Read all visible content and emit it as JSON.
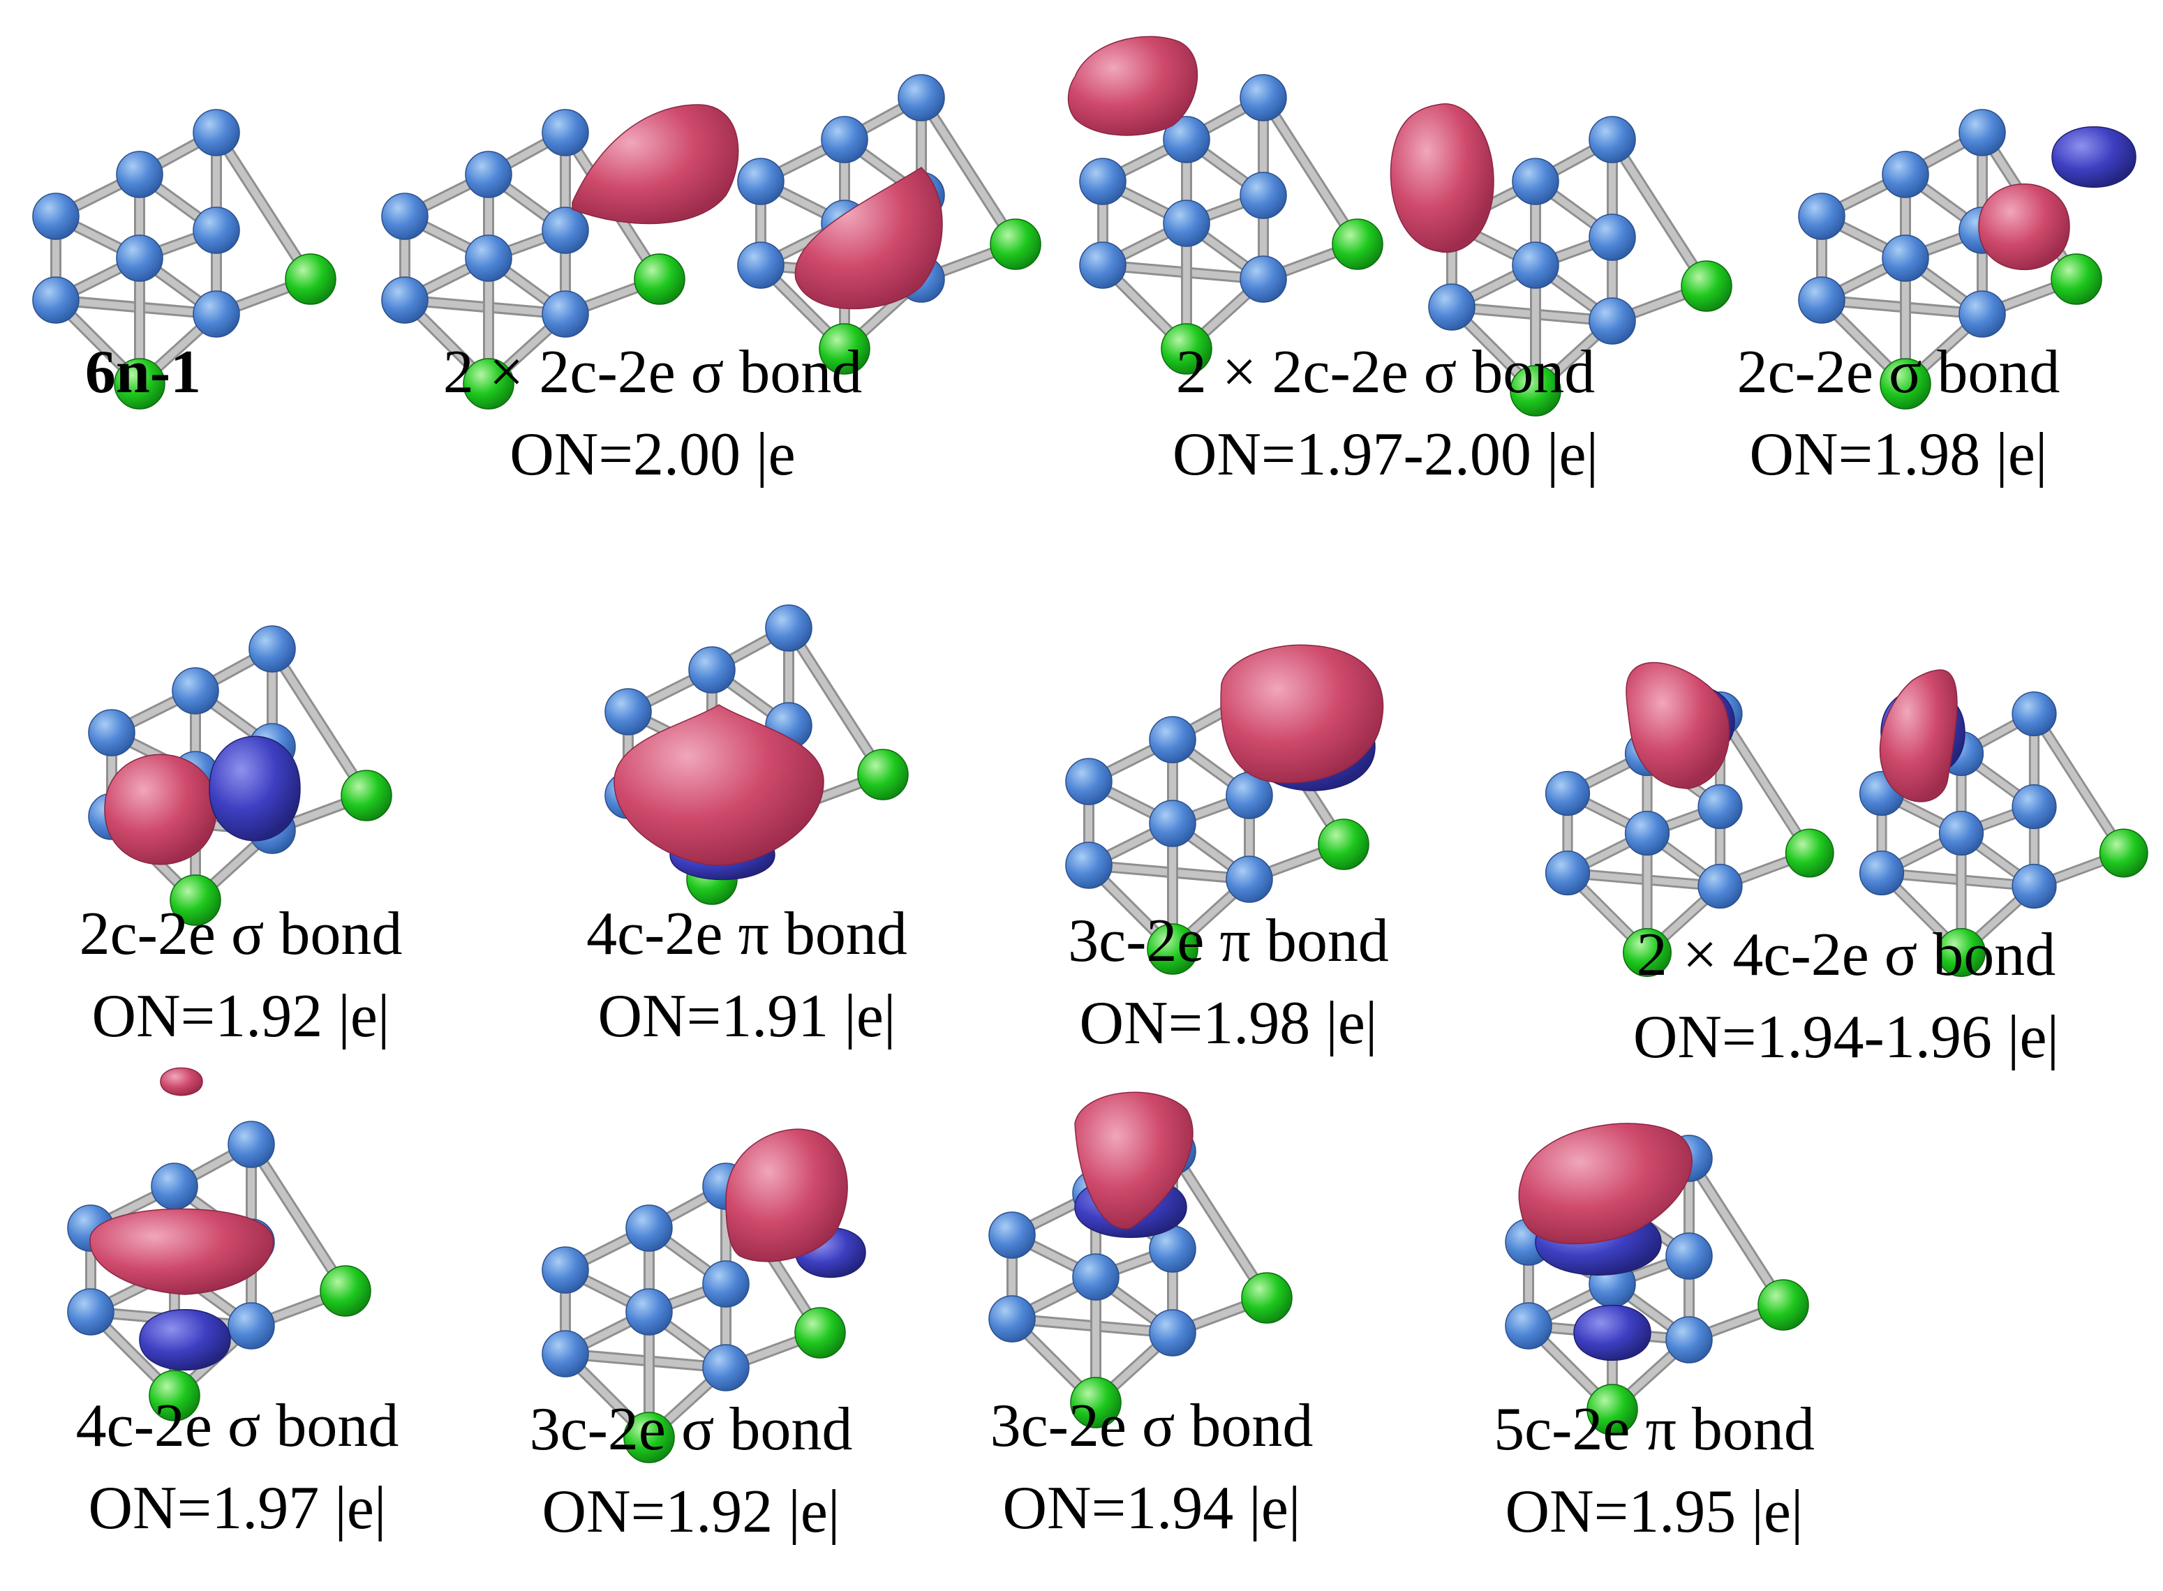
{
  "colors": {
    "boron_atom": "#4f86d6",
    "boron_highlight": "#a9cdf5",
    "halogen_atom": "#1ec81e",
    "halogen_highlight": "#b5f5a5",
    "bond_stick": "#c4c4c4",
    "orbital_positive": "#cf4a6c",
    "orbital_negative": "#3d3fc2",
    "text": "#000000"
  },
  "panels": [
    {
      "id": "p1",
      "caption": [
        "6n-1"
      ],
      "bold": true,
      "orbitals": []
    },
    {
      "id": "p2",
      "caption": [
        "2 × 2c-2e σ bond",
        "ON=2.00 |e"
      ],
      "orbitals": [
        "pink-teardrop-right"
      ]
    },
    {
      "id": "p3",
      "caption": [],
      "orbitals": [
        "pink-teardrop-bottom"
      ]
    },
    {
      "id": "p4",
      "caption": [
        "2 × 2c-2e σ bond",
        "ON=1.97-2.00 |e|"
      ],
      "orbitals": [
        "pink-lobe-top-left"
      ]
    },
    {
      "id": "p5",
      "caption": [],
      "orbitals": [
        "pink-lobe-left"
      ]
    },
    {
      "id": "p6",
      "caption": [
        "2c-2e σ bond",
        "ON=1.98 |e|"
      ],
      "orbitals": [
        "pink-lobe",
        "blue-lobe"
      ]
    },
    {
      "id": "p7",
      "caption": [
        "2c-2e σ bond",
        "ON=1.92 |e|"
      ],
      "orbitals": [
        "pink-lobe",
        "blue-lobe"
      ]
    },
    {
      "id": "p8",
      "caption": [
        "4c-2e π bond",
        "ON=1.91 |e|"
      ],
      "orbitals": [
        "pink-lobe",
        "blue-lobe"
      ]
    },
    {
      "id": "p9",
      "caption": [
        "3c-2e π bond",
        "ON=1.98 |e|"
      ],
      "orbitals": [
        "pink-lobe",
        "blue-lobe"
      ]
    },
    {
      "id": "p10",
      "caption": [
        "2 × 4c-2e σ bond",
        "ON=1.94-1.96 |e|"
      ],
      "orbitals": [
        "pink-lobe",
        "blue-lobe"
      ]
    },
    {
      "id": "p11",
      "caption": [],
      "orbitals": [
        "pink-lobe",
        "blue-lobe"
      ]
    },
    {
      "id": "p12",
      "caption": [
        "4c-2e σ bond",
        "ON=1.97 |e|"
      ],
      "orbitals": [
        "pink-lobe",
        "blue-lobe"
      ]
    },
    {
      "id": "p13",
      "caption": [
        "3c-2e σ bond",
        "ON=1.92 |e|"
      ],
      "orbitals": [
        "pink-lobe",
        "blue-lobe"
      ]
    },
    {
      "id": "p14",
      "caption": [
        "3c-2e σ bond",
        "ON=1.94 |e|"
      ],
      "orbitals": [
        "pink-lobe",
        "blue-lobe"
      ]
    },
    {
      "id": "p15",
      "caption": [
        "5c-2e π bond",
        "ON=1.95 |e|"
      ],
      "orbitals": [
        "pink-lobe",
        "blue-lobe"
      ]
    }
  ]
}
